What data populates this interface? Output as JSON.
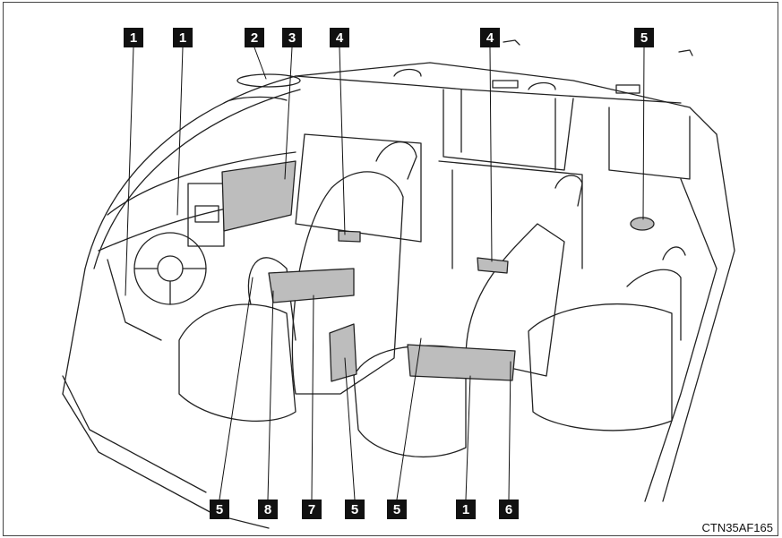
{
  "callouts": [
    {
      "id": "c1a",
      "label": "1"
    },
    {
      "id": "c1b",
      "label": "1"
    },
    {
      "id": "c2",
      "label": "2"
    },
    {
      "id": "c3",
      "label": "3"
    },
    {
      "id": "c4a",
      "label": "4"
    },
    {
      "id": "c4b",
      "label": "4"
    },
    {
      "id": "c5a",
      "label": "5"
    },
    {
      "id": "c5b",
      "label": "5"
    },
    {
      "id": "c8",
      "label": "8"
    },
    {
      "id": "c7",
      "label": "7"
    },
    {
      "id": "c5c",
      "label": "5"
    },
    {
      "id": "c5d",
      "label": "5"
    },
    {
      "id": "c1c",
      "label": "1"
    },
    {
      "id": "c6",
      "label": "6"
    }
  ],
  "figure_code": "CTN35AF165",
  "colors": {
    "callout_bg": "#111111",
    "callout_text": "#ffffff",
    "highlight": "#bdbdbd",
    "line": "#222222"
  }
}
